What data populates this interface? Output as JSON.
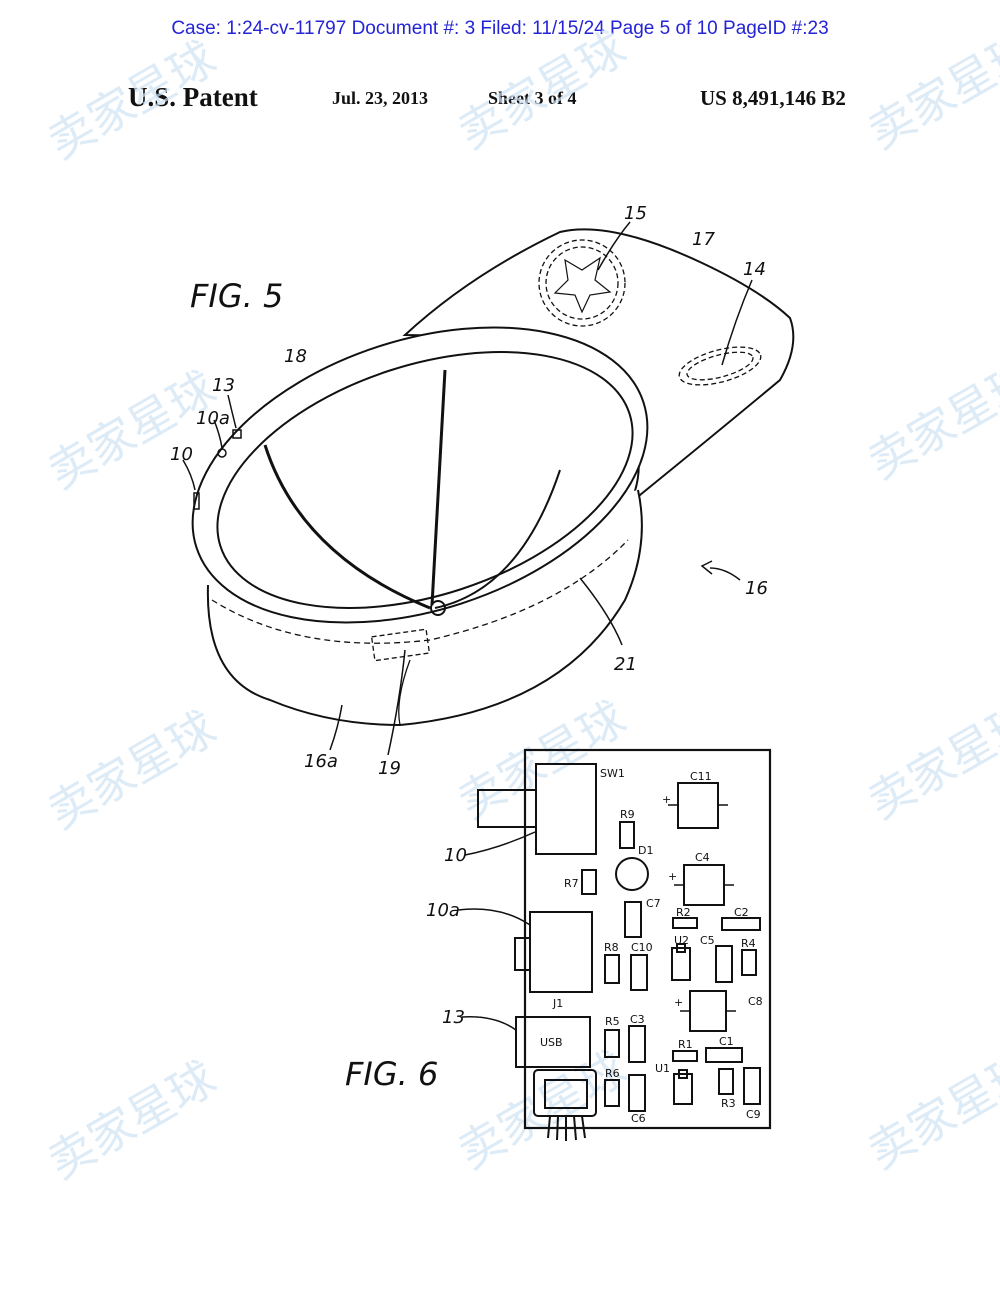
{
  "case_header": "Case: 1:24-cv-11797 Document #: 3 Filed: 11/15/24 Page 5 of 10 PageID #:23",
  "patent_header": {
    "left": "U.S. Patent",
    "date": "Jul. 23, 2013",
    "sheet": "Sheet 3 of 4",
    "number": "US 8,491,146 B2"
  },
  "figures": {
    "fig5": {
      "title": "FIG. 5",
      "labels": {
        "l15": "15",
        "l17": "17",
        "l14": "14",
        "l18": "18",
        "l13": "13",
        "l10a": "10a",
        "l10": "10",
        "l16": "16",
        "l21": "21",
        "l16a": "16a",
        "l19": "19"
      }
    },
    "fig6": {
      "title": "FIG. 6",
      "labels": {
        "l10": "10",
        "l10a": "10a",
        "l13": "13"
      },
      "components": {
        "sw1": "SW1",
        "c11": "C11",
        "r9": "R9",
        "d1": "D1",
        "c4": "C4",
        "r7": "R7",
        "c7": "C7",
        "r2": "R2",
        "c2": "C2",
        "u2": "U2",
        "c5": "C5",
        "r4": "R4",
        "r8": "R8",
        "c10": "C10",
        "j1": "J1",
        "c8": "C8",
        "usb": "USB",
        "r5": "R5",
        "c3": "C3",
        "r1": "R1",
        "c1": "C1",
        "u1": "U1",
        "r6": "R6",
        "r3": "R3",
        "c6": "C6",
        "c9": "C9",
        "plus1": "+",
        "plus2": "+",
        "plus3": "+"
      }
    }
  },
  "watermark": "卖家星球"
}
